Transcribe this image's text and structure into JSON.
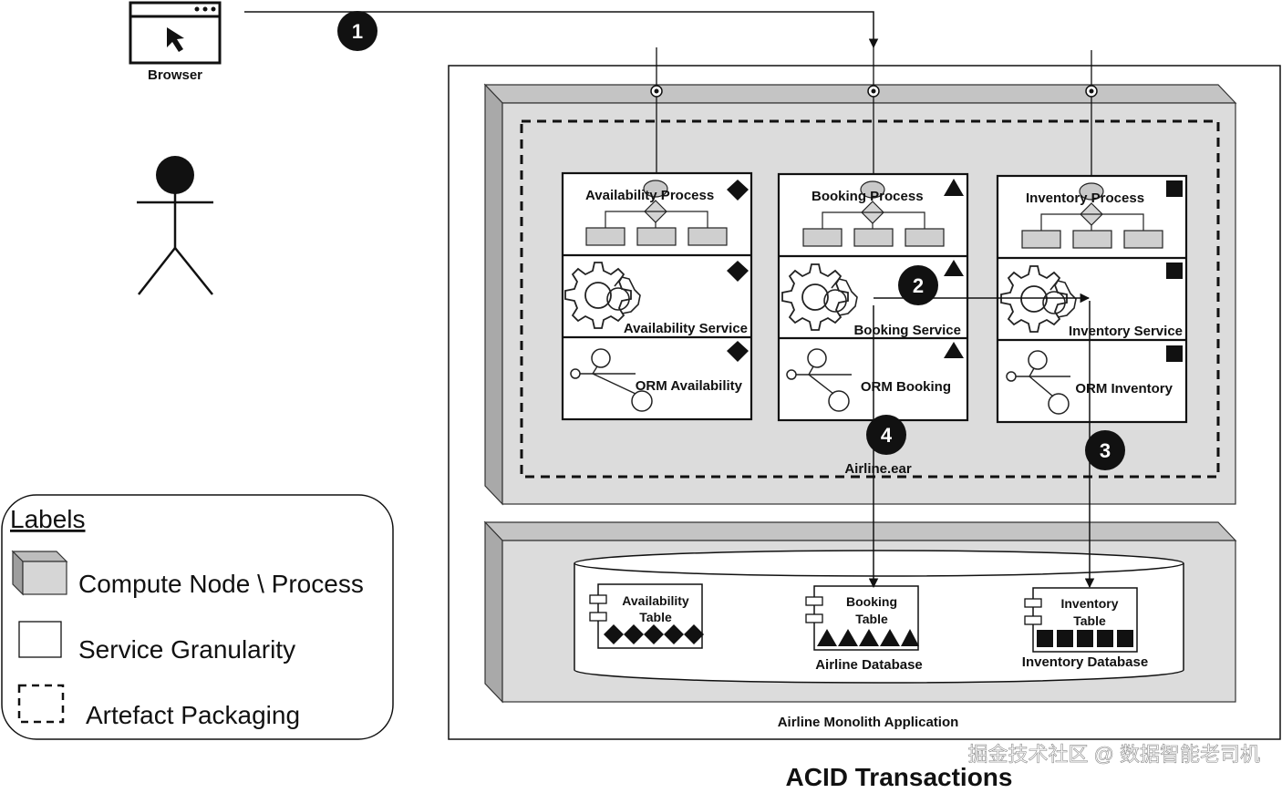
{
  "browser_label": "Browser",
  "steps": [
    "1",
    "2",
    "3",
    "4"
  ],
  "modules": {
    "availability": {
      "process": "Availability Process",
      "service": "Availability Service",
      "orm": "ORM Availability"
    },
    "booking": {
      "process": "Booking Process",
      "service": "Booking Service",
      "orm": "ORM Booking"
    },
    "inventory": {
      "process": "Inventory Process",
      "service": "Inventory Service",
      "orm": "ORM Inventory"
    }
  },
  "artefact_label": "Airline.ear",
  "tables": {
    "availability": {
      "line1": "Availability",
      "line2": "Table"
    },
    "booking": {
      "line1": "Booking",
      "line2": "Table"
    },
    "inventory": {
      "line1": "Inventory",
      "line2": "Table"
    }
  },
  "databases": {
    "airline": "Airline Database",
    "inventory": "Inventory Database"
  },
  "app_label": "Airline Monolith Application",
  "title": "ACID Transactions",
  "watermark": "掘金技术社区 @ 数据智能老司机",
  "legend": {
    "heading": "Labels",
    "items": [
      "Compute Node \\ Process",
      "Service Granularity",
      "Artefact Packaging"
    ]
  }
}
